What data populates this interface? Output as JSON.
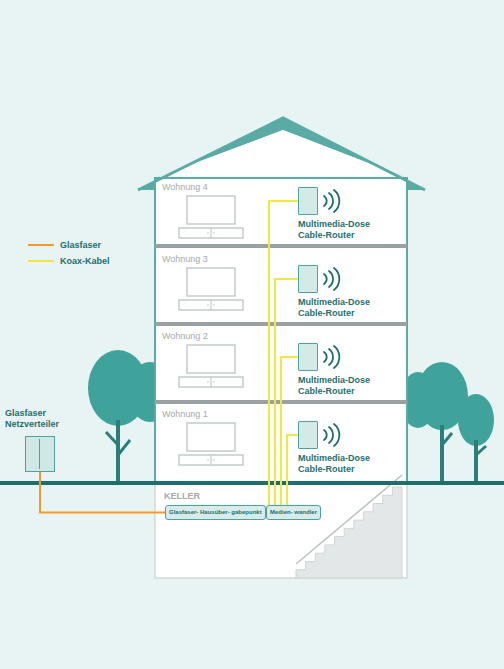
{
  "diagram": {
    "nodes": [
      {
        "text": [
          "Wohnung 4"
        ]
      },
      {
        "text": [
          "Multimedia-Dose Cable-Router"
        ],
        "in": 0
      },
      {
        "text": [
          "Wohnung 3"
        ]
      },
      {
        "text": [
          "Multimedia-Dose Cable-Router"
        ],
        "in": 2
      },
      {
        "text": [
          "Wohnung 2"
        ]
      },
      {
        "text": [
          "Multimedia-Dose Cable-Router"
        ],
        "in": 4
      },
      {
        "text": [
          "Wohnung 1"
        ]
      },
      {
        "text": [
          "Multimedia-Dose Cable-Router"
        ],
        "in": 6
      },
      {
        "text": [
          "KELLER"
        ]
      },
      {
        "text": [
          "Glasfaser- Hausüber- gabepunkt"
        ],
        "in": 8
      },
      {
        "text": [
          "Medien- wandler"
        ],
        "in": 8
      },
      {
        "text": [
          "Glasfaser Netzverteiler"
        ]
      }
    ],
    "edges": [
      {
        "from": 11,
        "to": 9,
        "arrow": "none"
      },
      {
        "from": 9,
        "to": 10,
        "arrow": "none"
      },
      {
        "from": 10,
        "to": 1,
        "arrow": "none"
      },
      {
        "from": 10,
        "to": 3,
        "arrow": "none"
      },
      {
        "from": 10,
        "to": 5,
        "arrow": "none"
      },
      {
        "from": 10,
        "to": 7,
        "arrow": "none"
      }
    ],
    "legend": [
      {
        "text": "Glasfaser",
        "color": "#f29a2e"
      },
      {
        "text": "Koax-Kabel",
        "color": "#f2e640"
      }
    ]
  }
}
